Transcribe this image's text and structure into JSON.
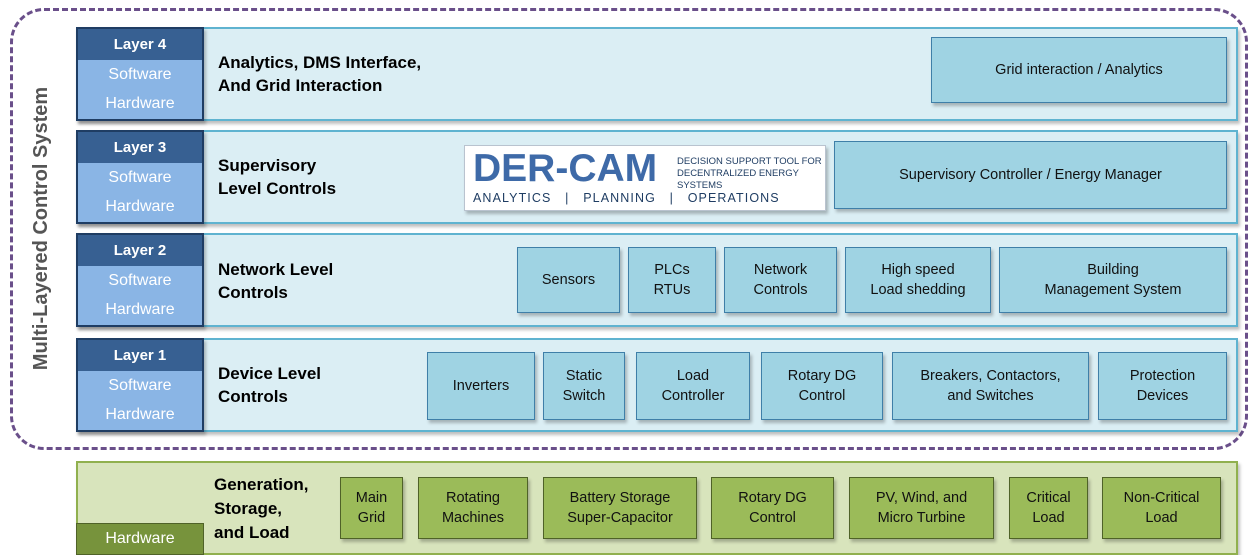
{
  "system_title": "Multi-Layered Control System",
  "layers": [
    {
      "label": "Layer 4",
      "software": "Software",
      "hardware": "Hardware",
      "title": "Analytics, DMS Interface,\nAnd Grid Interaction",
      "components": [
        "Grid interaction / Analytics"
      ]
    },
    {
      "label": "Layer 3",
      "software": "Software",
      "hardware": "Hardware",
      "title": "Supervisory\nLevel Controls",
      "components": [
        "Supervisory Controller / Energy Manager"
      ]
    },
    {
      "label": "Layer 2",
      "software": "Software",
      "hardware": "Hardware",
      "title": "Network Level\nControls",
      "components": [
        "Sensors",
        "PLCs\nRTUs",
        "Network\nControls",
        "High speed\nLoad shedding",
        "Building\nManagement System"
      ]
    },
    {
      "label": "Layer 1",
      "software": "Software",
      "hardware": "Hardware",
      "title": "Device Level\nControls",
      "components": [
        "Inverters",
        "Static\nSwitch",
        "Load\nController",
        "Rotary DG\nControl",
        "Breakers, Contactors,\nand Switches",
        "Protection\nDevices"
      ]
    }
  ],
  "dercam": {
    "name": "DER-CAM",
    "tagline": "DECISION SUPPORT TOOL FOR\nDECENTRALIZED ENERGY SYSTEMS",
    "subtitle": "ANALYTICS   |   PLANNING   |   OPERATIONS"
  },
  "generation": {
    "badge": "Hardware",
    "title": "Generation,\nStorage,\nand Load",
    "components": [
      "Main\nGrid",
      "Rotating\nMachines",
      "Battery Storage\nSuper-Capacitor",
      "Rotary DG\nControl",
      "PV, Wind, and\nMicro Turbine",
      "Critical\nLoad",
      "Non-Critical\nLoad"
    ]
  },
  "colors": {
    "frame_dash": "#6a4f8a",
    "layer_band": "#dbeef4",
    "layer_box": "#9fd3e3",
    "badge_dark": "#376092",
    "badge_light": "#8ab5e5",
    "gen_band": "#d8e4bc",
    "gen_box": "#9bbb59"
  }
}
